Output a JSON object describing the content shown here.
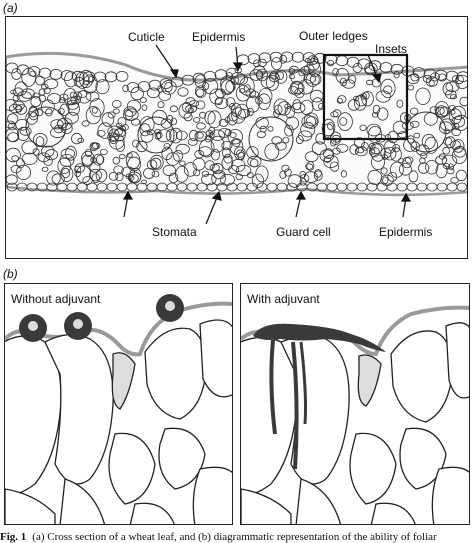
{
  "panel_a": {
    "label": "(a)",
    "callouts": {
      "cuticle": "Cuticle",
      "epidermis_top": "Epidermis",
      "outer_ledges": "Outer ledges",
      "insets": "Insets",
      "stomata": "Stomata",
      "guard_cell": "Guard cell",
      "epidermis_bottom": "Epidermis"
    }
  },
  "panel_b": {
    "label": "(b)",
    "left_title": "Without adjuvant",
    "right_title": "With adjuvant"
  },
  "caption": {
    "fig": "Fig. 1",
    "text": "(a) Cross section of a wheat leaf, and (b) diagrammatic representation of the ability of foliar"
  },
  "colors": {
    "cuticle": "#9a9a9a",
    "droplet": "#3a3a3a",
    "cell_stroke": "#333333"
  }
}
